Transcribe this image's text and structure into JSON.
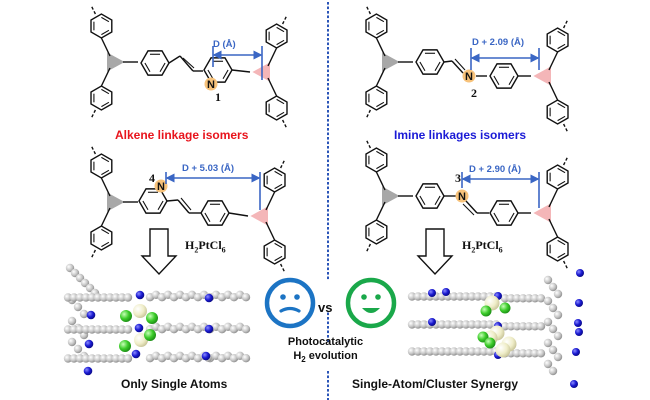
{
  "panels": {
    "left": {
      "title": "Alkene linkage isomers",
      "title_color": "#e8141c",
      "top_structure": {
        "atom_label": "N",
        "number": "1",
        "distance": "D (Å)"
      },
      "bottom_structure": {
        "atom_label": "N",
        "number": "4",
        "distance": "D + 5.03 (Å)"
      },
      "reagent": {
        "base": "H",
        "sub1": "2",
        "mid": "PtCl",
        "sub2": "6"
      },
      "caption": "Only Single Atoms"
    },
    "right": {
      "title": "Imine linkages isomers",
      "title_color": "#1a1ad6",
      "top_structure": {
        "atom_label": "N",
        "number": "2",
        "distance": "D + 2.09 (Å)"
      },
      "bottom_structure": {
        "atom_label": "N",
        "number": "3",
        "distance": "D + 2.90 (Å)"
      },
      "reagent": {
        "base": "H",
        "sub1": "2",
        "mid": "PtCl",
        "sub2": "6"
      },
      "caption": "Single-Atom/Cluster Synergy"
    }
  },
  "center": {
    "sad_face": {
      "icon": "sad-face-icon",
      "color": "#1c74c4"
    },
    "vs_label": "vs",
    "happy_face": {
      "icon": "happy-face-icon",
      "color": "#1aa84a"
    },
    "line1": "Photocatalytic",
    "line2_base": "H",
    "line2_sub": "2",
    "line2_rest": " evolution"
  },
  "colors": {
    "distance_marker": "#3a66c4",
    "nitrogen_highlight": "#f7c27a",
    "gray_node": "#a8a8a8",
    "pink_node": "#f4b6b8",
    "divider": "#2b55b8",
    "atom_carbon": "#bdbdbd",
    "atom_nitrogen": "#1a1ad0",
    "atom_pt": "#efedc8",
    "atom_cl": "#3ccc2a"
  }
}
